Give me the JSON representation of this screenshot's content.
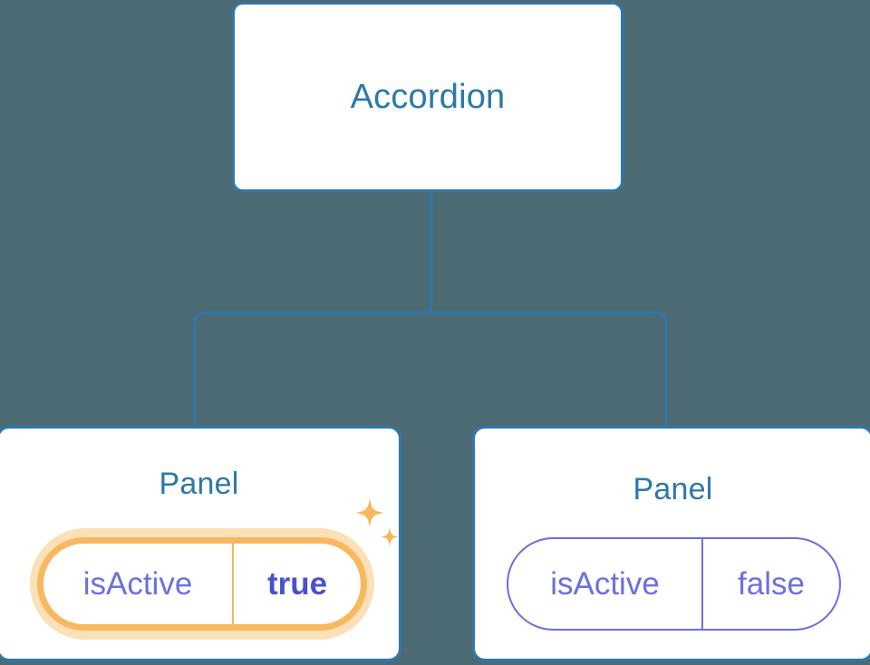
{
  "diagram": {
    "type": "component-tree",
    "background_color": "#4c6a74",
    "node_border_color": "#2e78ad",
    "node_title_color": "#2c78a8",
    "connector_color": "#2e78ad",
    "prop_color": "#6b70e0",
    "prop_value_active_color": "#4a51cf",
    "highlight_color": "#f7b85f",
    "highlight_glow_color": "#fbe0b8"
  },
  "root": {
    "title": "Accordion"
  },
  "children": [
    {
      "title": "Panel",
      "highlighted": true,
      "prop": {
        "key": "isActive",
        "value": "true"
      },
      "sparkle_icons": [
        "sparkle-large-icon",
        "sparkle-small-icon"
      ]
    },
    {
      "title": "Panel",
      "highlighted": false,
      "prop": {
        "key": "isActive",
        "value": "false"
      }
    }
  ]
}
